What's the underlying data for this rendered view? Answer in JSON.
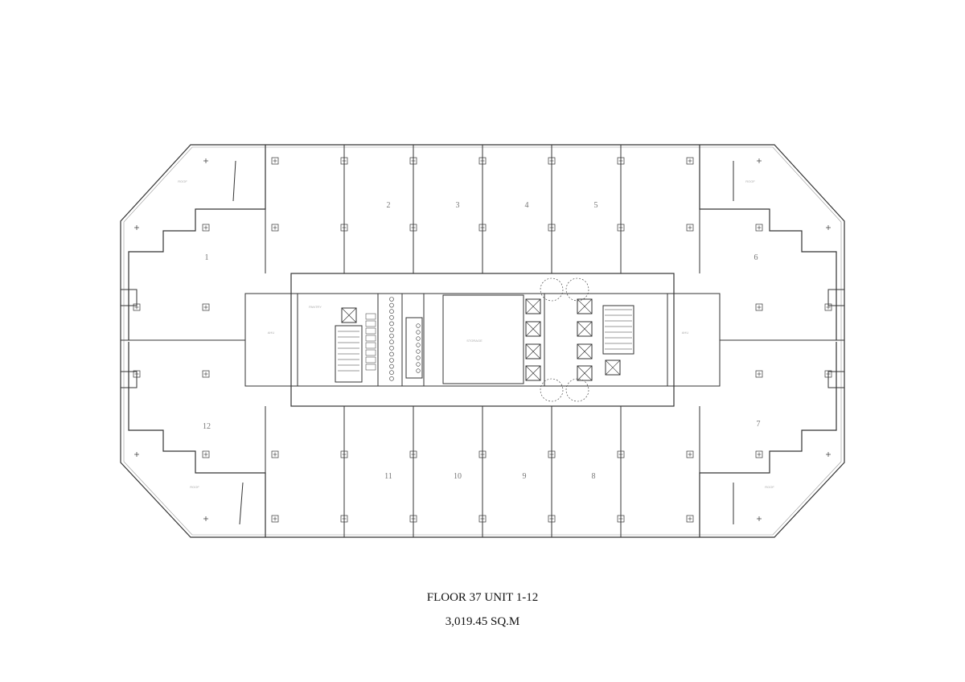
{
  "plan": {
    "title": "FLOOR 37 UNIT 1-12",
    "area": "3,019.45 SQ.M",
    "units": [
      "1",
      "2",
      "3",
      "4",
      "5",
      "6",
      "7",
      "8",
      "9",
      "10",
      "11",
      "12"
    ],
    "rooms": {
      "storage": "STORAGE",
      "pantry": "PANTRY",
      "ahu_left": "AHU",
      "ahu_right": "AHU",
      "roof_tl": "ROOF",
      "roof_tr": "ROOF",
      "roof_bl": "ROOF",
      "roof_br": "ROOF"
    },
    "colors": {
      "line": "#333333",
      "light": "#888888"
    }
  }
}
